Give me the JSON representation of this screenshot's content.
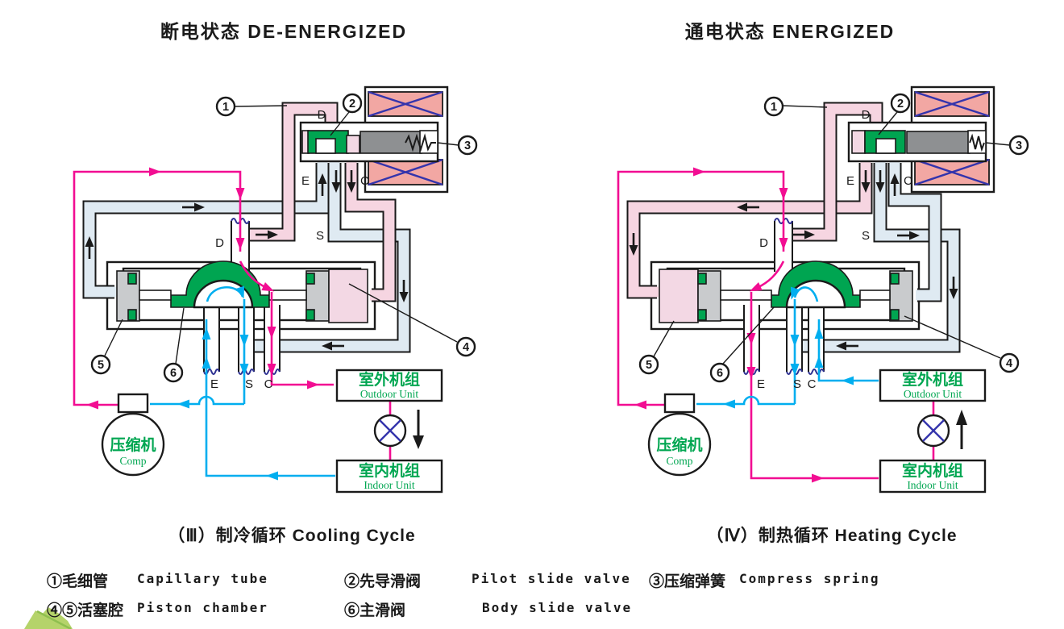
{
  "titles": {
    "left": "断电状态  DE-ENERGIZED",
    "right": "通电状态  ENERGIZED"
  },
  "captions": {
    "left": "（Ⅲ）制冷循环  Cooling Cycle",
    "right": "（Ⅳ）制热循环  Heating Cycle"
  },
  "ports": {
    "d": "D",
    "e": "E",
    "s": "S",
    "c": "C"
  },
  "callouts": {
    "c1": "1",
    "c2": "2",
    "c3": "3",
    "c4": "4",
    "c5": "5",
    "c6": "6"
  },
  "units": {
    "outdoor_cn": "室外机组",
    "outdoor_en": "Outdoor Unit",
    "indoor_cn": "室内机组",
    "indoor_en": "Indoor Unit",
    "compressor_cn": "压缩机",
    "compressor_en": "Comp"
  },
  "legend": {
    "items": [
      {
        "cn": "①毛细管",
        "en": "Capillary tube"
      },
      {
        "cn": "②先导滑阀",
        "en": "Pilot slide valve"
      },
      {
        "cn": "③压缩弹簧",
        "en": "Compress spring"
      },
      {
        "cn": "④⑤活塞腔",
        "en": "Piston chamber"
      },
      {
        "cn": "⑥主滑阀",
        "en": "Body slide valve"
      }
    ]
  },
  "palette": {
    "pipe_pink": "#f6d5e1",
    "pipe_blue": "#dfeaf2",
    "flow_hot": "#f20d92",
    "flow_cold": "#00aeef",
    "valve_green": "#00a551",
    "coil_fill": "#f2a7a3",
    "coil_x": "#3434ac",
    "metal_gray": "#8e9092",
    "piston_gray": "#c9cbcd",
    "chamber_pink": "#f3d8e4",
    "unit_text_green": "#00a651",
    "cut_mark_navy": "#2e3192",
    "leaf_green": "#b5d36a"
  }
}
